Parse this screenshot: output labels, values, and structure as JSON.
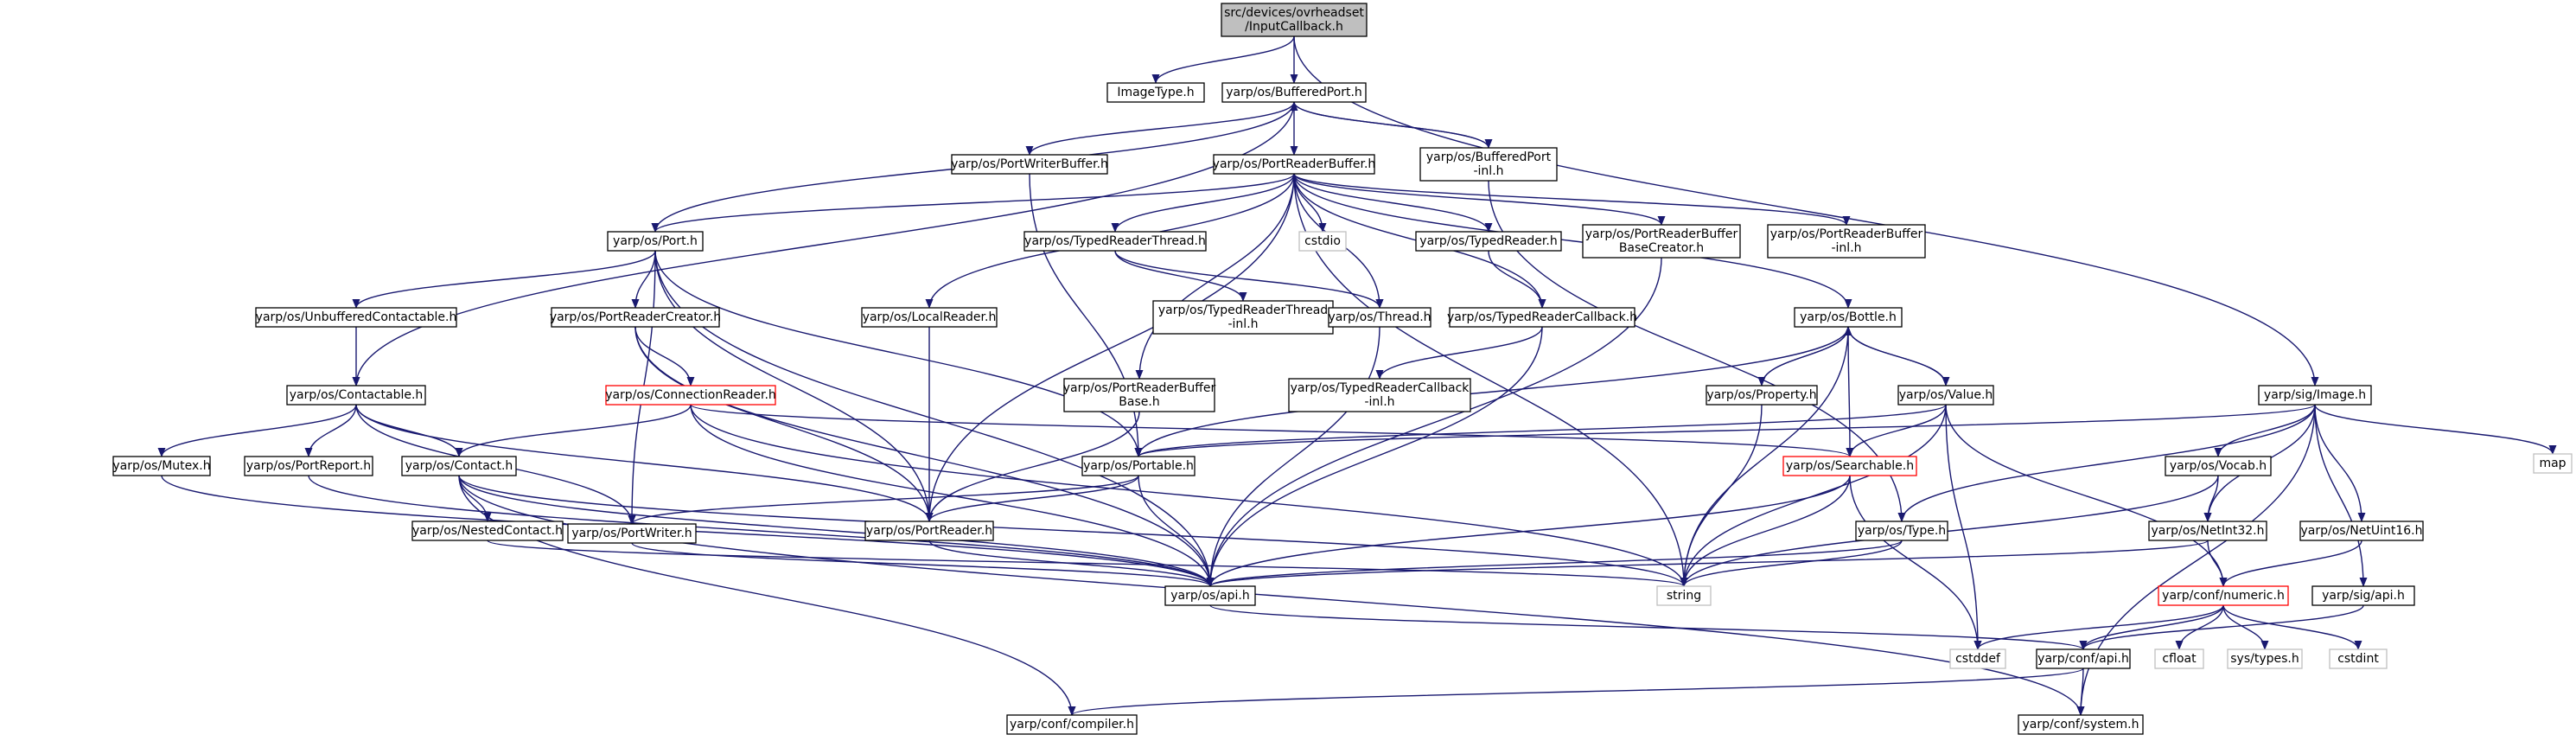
{
  "colors": {
    "edge": "#191970",
    "text": "#000000",
    "root_fill": "#bfbfbf",
    "node_fill": "#ffffff",
    "node_border": "#000000",
    "truncated_border": "#ff0000",
    "external_border": "#bfbfbf"
  },
  "nodes": [
    {
      "id": "root",
      "label": [
        "src/devices/ovrheadset",
        "/InputCallback.h"
      ],
      "style": "root"
    },
    {
      "id": "imagetype",
      "label": [
        "ImageType.h"
      ],
      "style": "normal"
    },
    {
      "id": "bufferedport",
      "label": [
        "yarp/os/BufferedPort.h"
      ],
      "style": "normal"
    },
    {
      "id": "portwriterbuffer",
      "label": [
        "yarp/os/PortWriterBuffer.h"
      ],
      "style": "normal"
    },
    {
      "id": "portreaderbuffer",
      "label": [
        "yarp/os/PortReaderBuffer.h"
      ],
      "style": "normal"
    },
    {
      "id": "bufferedport_inl",
      "label": [
        "yarp/os/BufferedPort",
        "-inl.h"
      ],
      "style": "normal"
    },
    {
      "id": "port",
      "label": [
        "yarp/os/Port.h"
      ],
      "style": "normal"
    },
    {
      "id": "typedreaderthread",
      "label": [
        "yarp/os/TypedReaderThread.h"
      ],
      "style": "normal"
    },
    {
      "id": "cstdio",
      "label": [
        "cstdio"
      ],
      "style": "external"
    },
    {
      "id": "typedreader",
      "label": [
        "yarp/os/TypedReader.h"
      ],
      "style": "normal"
    },
    {
      "id": "prb_basecreator",
      "label": [
        "yarp/os/PortReaderBuffer",
        "BaseCreator.h"
      ],
      "style": "normal"
    },
    {
      "id": "prb_inl",
      "label": [
        "yarp/os/PortReaderBuffer",
        "-inl.h"
      ],
      "style": "normal"
    },
    {
      "id": "unbufferedcontactable",
      "label": [
        "yarp/os/UnbufferedContactable.h"
      ],
      "style": "normal"
    },
    {
      "id": "portreadercreator",
      "label": [
        "yarp/os/PortReaderCreator.h"
      ],
      "style": "normal"
    },
    {
      "id": "localreader",
      "label": [
        "yarp/os/LocalReader.h"
      ],
      "style": "normal"
    },
    {
      "id": "typedreaderthread_inl",
      "label": [
        "yarp/os/TypedReaderThread",
        "-inl.h"
      ],
      "style": "normal"
    },
    {
      "id": "thread",
      "label": [
        "yarp/os/Thread.h"
      ],
      "style": "normal"
    },
    {
      "id": "typedreadercallback",
      "label": [
        "yarp/os/TypedReaderCallback.h"
      ],
      "style": "normal"
    },
    {
      "id": "bottle",
      "label": [
        "yarp/os/Bottle.h"
      ],
      "style": "normal"
    },
    {
      "id": "contactable",
      "label": [
        "yarp/os/Contactable.h"
      ],
      "style": "normal"
    },
    {
      "id": "connectionreader",
      "label": [
        "yarp/os/ConnectionReader.h"
      ],
      "style": "truncated"
    },
    {
      "id": "prb_base",
      "label": [
        "yarp/os/PortReaderBuffer",
        "Base.h"
      ],
      "style": "normal"
    },
    {
      "id": "trc_inl",
      "label": [
        "yarp/os/TypedReaderCallback",
        "-inl.h"
      ],
      "style": "normal"
    },
    {
      "id": "property",
      "label": [
        "yarp/os/Property.h"
      ],
      "style": "normal"
    },
    {
      "id": "value",
      "label": [
        "yarp/os/Value.h"
      ],
      "style": "normal"
    },
    {
      "id": "sigimage",
      "label": [
        "yarp/sig/Image.h"
      ],
      "style": "normal"
    },
    {
      "id": "map",
      "label": [
        "map"
      ],
      "style": "external"
    },
    {
      "id": "mutex",
      "label": [
        "yarp/os/Mutex.h"
      ],
      "style": "normal"
    },
    {
      "id": "portreport",
      "label": [
        "yarp/os/PortReport.h"
      ],
      "style": "normal"
    },
    {
      "id": "contact",
      "label": [
        "yarp/os/Contact.h"
      ],
      "style": "normal"
    },
    {
      "id": "portable",
      "label": [
        "yarp/os/Portable.h"
      ],
      "style": "normal"
    },
    {
      "id": "searchable",
      "label": [
        "yarp/os/Searchable.h"
      ],
      "style": "truncated"
    },
    {
      "id": "vocab",
      "label": [
        "yarp/os/Vocab.h"
      ],
      "style": "normal"
    },
    {
      "id": "nestedcontact",
      "label": [
        "yarp/os/NestedContact.h"
      ],
      "style": "normal"
    },
    {
      "id": "portwriter",
      "label": [
        "yarp/os/PortWriter.h"
      ],
      "style": "normal"
    },
    {
      "id": "portreader",
      "label": [
        "yarp/os/PortReader.h"
      ],
      "style": "normal"
    },
    {
      "id": "type",
      "label": [
        "yarp/os/Type.h"
      ],
      "style": "normal"
    },
    {
      "id": "netint32",
      "label": [
        "yarp/os/NetInt32.h"
      ],
      "style": "normal"
    },
    {
      "id": "netuint16",
      "label": [
        "yarp/os/NetUint16.h"
      ],
      "style": "normal"
    },
    {
      "id": "osapi",
      "label": [
        "yarp/os/api.h"
      ],
      "style": "normal"
    },
    {
      "id": "string",
      "label": [
        "string"
      ],
      "style": "external"
    },
    {
      "id": "confnumeric",
      "label": [
        "yarp/conf/numeric.h"
      ],
      "style": "truncated"
    },
    {
      "id": "sigapi",
      "label": [
        "yarp/sig/api.h"
      ],
      "style": "normal"
    },
    {
      "id": "cstddef",
      "label": [
        "cstddef"
      ],
      "style": "external"
    },
    {
      "id": "confapi",
      "label": [
        "yarp/conf/api.h"
      ],
      "style": "normal"
    },
    {
      "id": "cfloat",
      "label": [
        "cfloat"
      ],
      "style": "external"
    },
    {
      "id": "systypes",
      "label": [
        "sys/types.h"
      ],
      "style": "external"
    },
    {
      "id": "cstdint",
      "label": [
        "cstdint"
      ],
      "style": "external"
    },
    {
      "id": "confcompiler",
      "label": [
        "yarp/conf/compiler.h"
      ],
      "style": "normal"
    },
    {
      "id": "confsystem",
      "label": [
        "yarp/conf/system.h"
      ],
      "style": "normal"
    }
  ],
  "edges": [
    [
      "root",
      "imagetype"
    ],
    [
      "root",
      "bufferedport"
    ],
    [
      "root",
      "sigimage"
    ],
    [
      "bufferedport",
      "portwriterbuffer"
    ],
    [
      "bufferedport",
      "portreaderbuffer"
    ],
    [
      "bufferedport",
      "bufferedport_inl"
    ],
    [
      "bufferedport",
      "port"
    ],
    [
      "bufferedport",
      "contactable"
    ],
    [
      "bufferedport_inl",
      "bufferedport"
    ],
    [
      "bufferedport_inl",
      "type"
    ],
    [
      "portwriterbuffer",
      "portable"
    ],
    [
      "portreaderbuffer",
      "port"
    ],
    [
      "portreaderbuffer",
      "typedreaderthread"
    ],
    [
      "portreaderbuffer",
      "cstdio"
    ],
    [
      "portreaderbuffer",
      "typedreader"
    ],
    [
      "portreaderbuffer",
      "prb_basecreator"
    ],
    [
      "portreaderbuffer",
      "prb_inl"
    ],
    [
      "portreaderbuffer",
      "localreader"
    ],
    [
      "portreaderbuffer",
      "thread"
    ],
    [
      "portreaderbuffer",
      "typedreadercallback"
    ],
    [
      "portreaderbuffer",
      "bottle"
    ],
    [
      "portreaderbuffer",
      "prb_base"
    ],
    [
      "portreaderbuffer",
      "portreader"
    ],
    [
      "portreaderbuffer",
      "string"
    ],
    [
      "port",
      "unbufferedcontactable"
    ],
    [
      "port",
      "portreadercreator"
    ],
    [
      "port",
      "portable"
    ],
    [
      "port",
      "portreader"
    ],
    [
      "port",
      "portwriter"
    ],
    [
      "port",
      "osapi"
    ],
    [
      "typedreaderthread",
      "typedreaderthread_inl"
    ],
    [
      "typedreaderthread",
      "thread"
    ],
    [
      "typedreader",
      "typedreadercallback"
    ],
    [
      "prb_basecreator",
      "osapi"
    ],
    [
      "unbufferedcontactable",
      "contactable"
    ],
    [
      "portreadercreator",
      "connectionreader"
    ],
    [
      "portreadercreator",
      "portreader"
    ],
    [
      "portreadercreator",
      "osapi"
    ],
    [
      "localreader",
      "portreader"
    ],
    [
      "thread",
      "osapi"
    ],
    [
      "typedreadercallback",
      "trc_inl"
    ],
    [
      "typedreadercallback",
      "osapi"
    ],
    [
      "bottle",
      "property"
    ],
    [
      "bottle",
      "value"
    ],
    [
      "bottle",
      "searchable"
    ],
    [
      "bottle",
      "portable"
    ],
    [
      "bottle",
      "string"
    ],
    [
      "property",
      "bottle"
    ],
    [
      "property",
      "string"
    ],
    [
      "value",
      "bottle"
    ],
    [
      "value",
      "searchable"
    ],
    [
      "value",
      "portable"
    ],
    [
      "value",
      "string"
    ],
    [
      "value",
      "cstddef"
    ],
    [
      "value",
      "confnumeric"
    ],
    [
      "contactable",
      "mutex"
    ],
    [
      "contactable",
      "portreport"
    ],
    [
      "contactable",
      "contact"
    ],
    [
      "contactable",
      "portwriter"
    ],
    [
      "contactable",
      "portreader"
    ],
    [
      "connectionreader",
      "contact"
    ],
    [
      "connectionreader",
      "searchable"
    ],
    [
      "connectionreader",
      "osapi"
    ],
    [
      "connectionreader",
      "string"
    ],
    [
      "prb_base",
      "portreader"
    ],
    [
      "sigimage",
      "map"
    ],
    [
      "sigimage",
      "portable"
    ],
    [
      "sigimage",
      "type"
    ],
    [
      "sigimage",
      "vocab"
    ],
    [
      "sigimage",
      "netint32"
    ],
    [
      "sigimage",
      "netuint16"
    ],
    [
      "sigimage",
      "sigapi"
    ],
    [
      "sigimage",
      "confsystem"
    ],
    [
      "mutex",
      "osapi"
    ],
    [
      "portreport",
      "osapi"
    ],
    [
      "contact",
      "nestedcontact"
    ],
    [
      "contact",
      "osapi"
    ],
    [
      "contact",
      "string"
    ],
    [
      "contact",
      "confcompiler"
    ],
    [
      "contact",
      "confsystem"
    ],
    [
      "portable",
      "portwriter"
    ],
    [
      "portable",
      "portreader"
    ],
    [
      "portable",
      "osapi"
    ],
    [
      "searchable",
      "osapi"
    ],
    [
      "searchable",
      "string"
    ],
    [
      "searchable",
      "cstddef"
    ],
    [
      "vocab",
      "netint32"
    ],
    [
      "vocab",
      "string"
    ],
    [
      "nestedcontact",
      "string"
    ],
    [
      "portwriter",
      "osapi"
    ],
    [
      "portreader",
      "osapi"
    ],
    [
      "type",
      "osapi"
    ],
    [
      "type",
      "string"
    ],
    [
      "netint32",
      "confnumeric"
    ],
    [
      "netint32",
      "osapi"
    ],
    [
      "netuint16",
      "confnumeric"
    ],
    [
      "osapi",
      "confapi"
    ],
    [
      "confnumeric",
      "cstddef"
    ],
    [
      "confnumeric",
      "confapi"
    ],
    [
      "confnumeric",
      "cfloat"
    ],
    [
      "confnumeric",
      "systypes"
    ],
    [
      "confnumeric",
      "cstdint"
    ],
    [
      "sigapi",
      "confapi"
    ],
    [
      "confapi",
      "confcompiler"
    ],
    [
      "confapi",
      "confsystem"
    ]
  ]
}
